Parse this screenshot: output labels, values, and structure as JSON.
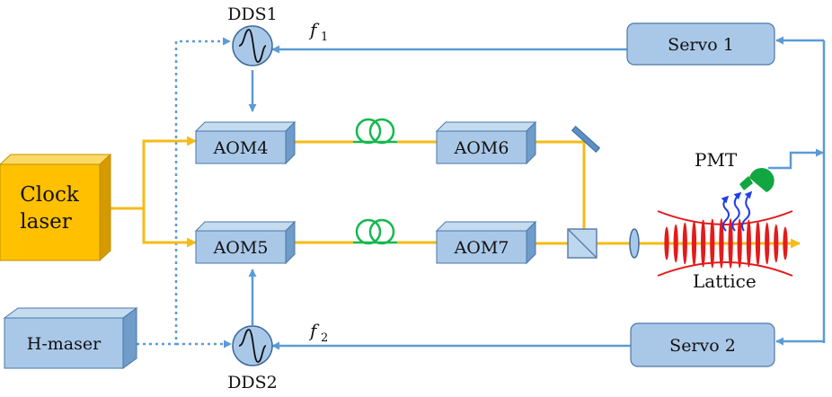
{
  "colors": {
    "laser_beam": "#f5bb16",
    "signal_line": "#5b9bd5",
    "box_face": "#a9c8e8",
    "box_edge": "#4a77a8",
    "clock_face": "#ffc000",
    "clock_side": "#d49a00",
    "fiber": "#17b84f",
    "lattice": "#e31b1b",
    "photon": "#1e3ee6",
    "pmt": "#10a640"
  },
  "dds1": {
    "label": "DDS1"
  },
  "dds2": {
    "label": "DDS2"
  },
  "freq1": {
    "symbol": "f",
    "index": "1"
  },
  "freq2": {
    "symbol": "f",
    "index": "2"
  },
  "servo1": {
    "label": "Servo 1"
  },
  "servo2": {
    "label": "Servo 2"
  },
  "clock_laser": {
    "line1": "Clock",
    "line2": "laser"
  },
  "h_maser": {
    "label": "H-maser"
  },
  "aom4": {
    "label": "AOM4"
  },
  "aom5": {
    "label": "AOM5"
  },
  "aom6": {
    "label": "AOM6"
  },
  "aom7": {
    "label": "AOM7"
  },
  "pmt": {
    "label": "PMT"
  },
  "lattice": {
    "label": "Lattice"
  },
  "icons": [
    "mirror-icon",
    "beam-splitter-icon",
    "lens-icon",
    "fiber-coil-icon",
    "sine-wave-icon",
    "photodetector-icon"
  ]
}
